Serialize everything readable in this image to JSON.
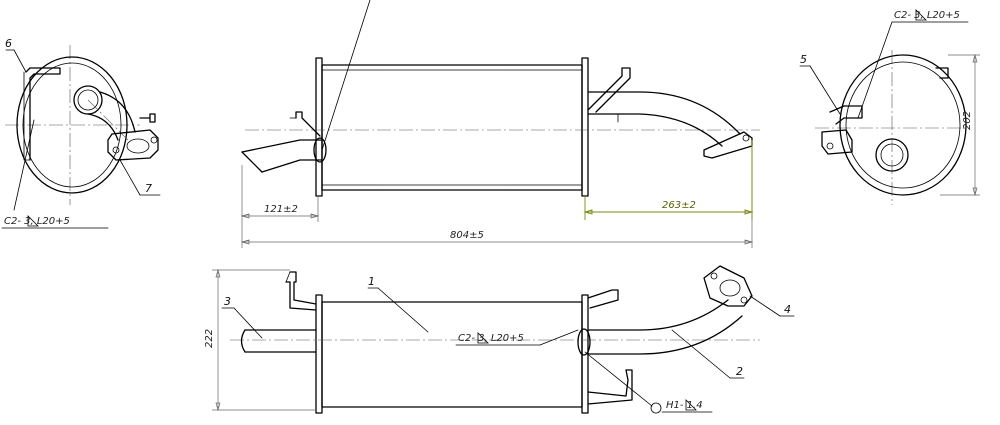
{
  "dimensions": {
    "overall_length": "804±5",
    "inlet_offset": "121±2",
    "outlet_offset": "263±2",
    "height_top_view": "222",
    "height_end_view": "202"
  },
  "weld_notes": {
    "left_view": "C2-  3, L20+5",
    "right_view": "C2-  3, L20+5",
    "top_view": "C2-  3, L20+5",
    "h1_note": "H1-  1.4"
  },
  "part_labels": {
    "p1": "1",
    "p2": "2",
    "p3": "3",
    "p4": "4",
    "p5": "5",
    "p6": "6",
    "p7": "7"
  }
}
